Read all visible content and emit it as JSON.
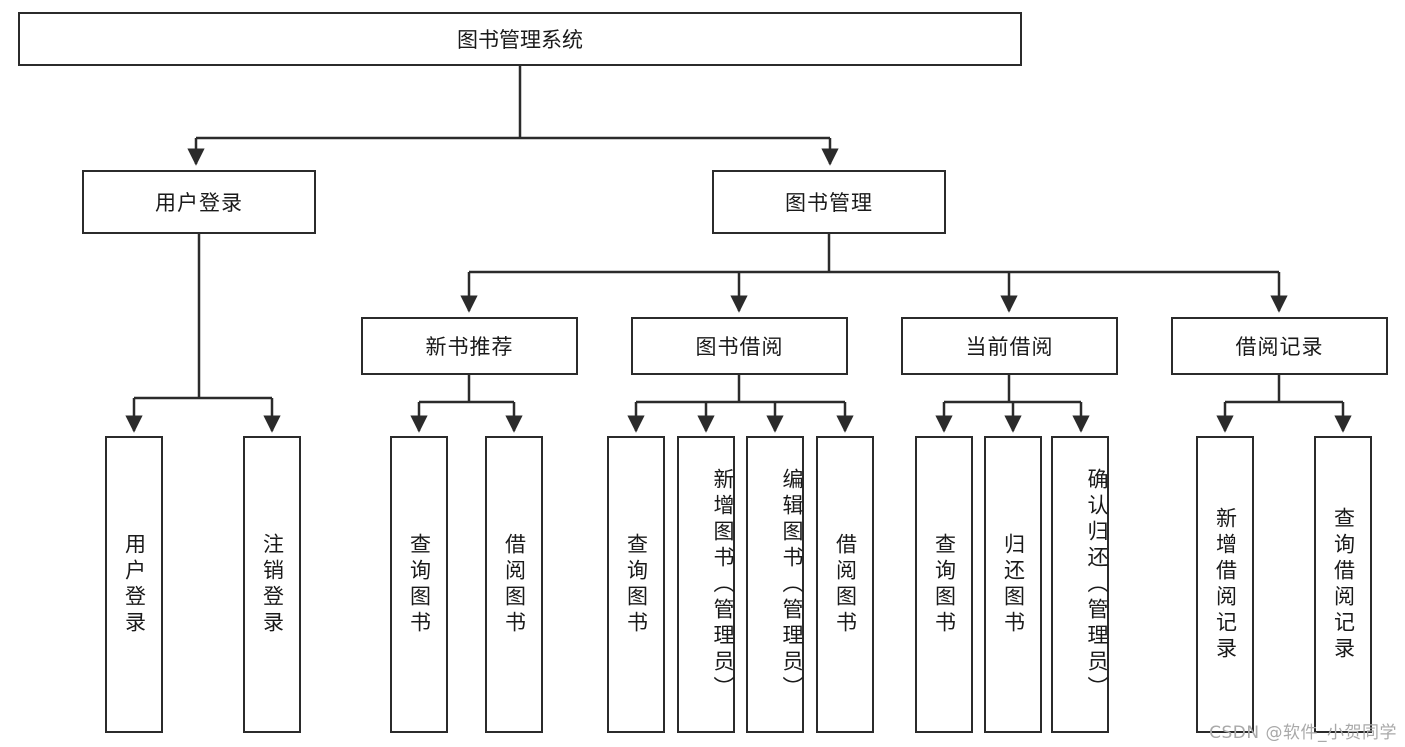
{
  "diagram": {
    "title": "图书管理系统",
    "type": "tree-hierarchy",
    "root": {
      "label": "图书管理系统"
    },
    "level2": [
      {
        "label": "用户登录"
      },
      {
        "label": "图书管理"
      }
    ],
    "level3": [
      {
        "label": "新书推荐"
      },
      {
        "label": "图书借阅"
      },
      {
        "label": "当前借阅"
      },
      {
        "label": "借阅记录"
      }
    ],
    "leaves": {
      "user_login": [
        {
          "label": "用户登录"
        },
        {
          "label": "注销登录"
        }
      ],
      "new_book_recommend": [
        {
          "label": "查询图书"
        },
        {
          "label": "借阅图书"
        }
      ],
      "book_borrow": [
        {
          "label": "查询图书"
        },
        {
          "label": "新增图书（管理员）"
        },
        {
          "label": "编辑图书（管理员）"
        },
        {
          "label": "借阅图书"
        }
      ],
      "current_borrow": [
        {
          "label": "查询图书"
        },
        {
          "label": "归还图书"
        },
        {
          "label": "确认归还（管理员）"
        }
      ],
      "borrow_record": [
        {
          "label": "新增借阅记录"
        },
        {
          "label": "查询借阅记录"
        }
      ]
    }
  },
  "watermark": {
    "text": "CSDN @软件_小贺同学"
  },
  "colors": {
    "stroke": "#2b2b2b",
    "fill": "#ffffff",
    "text": "#1a1a1a",
    "watermark": "#a9a9a9"
  }
}
